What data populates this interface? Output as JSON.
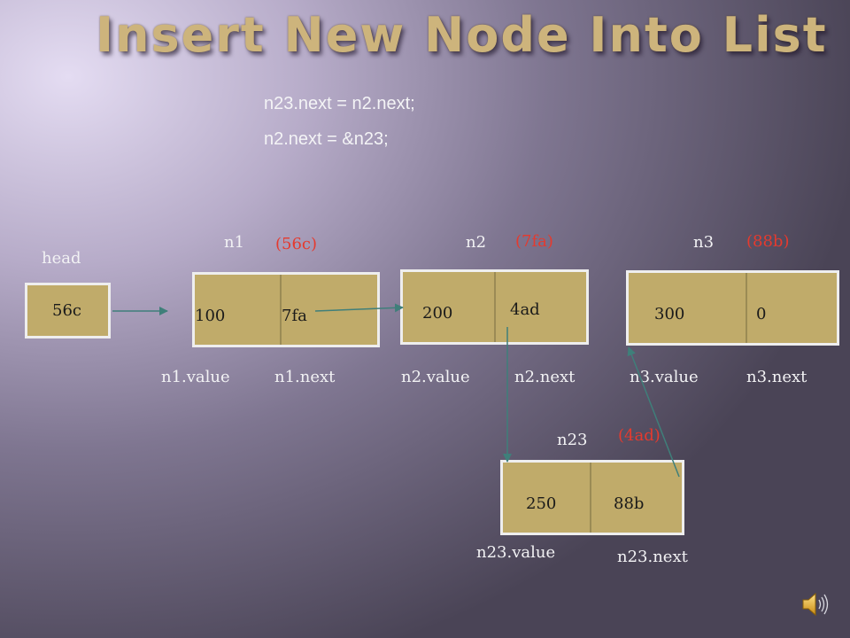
{
  "title": "Insert New Node Into List",
  "code": {
    "line1": "n23.next = n2.next;",
    "line2": "n2.next = &n23;"
  },
  "head": {
    "label": "head",
    "value": "56c"
  },
  "nodes": {
    "n1": {
      "name": "n1",
      "address": "(56c)",
      "value": "100",
      "next": "7fa",
      "value_label": "n1.value",
      "next_label": "n1.next"
    },
    "n2": {
      "name": "n2",
      "address": "(7fa)",
      "value": "200",
      "next": "4ad",
      "value_label": "n2.value",
      "next_label": "n2.next"
    },
    "n3": {
      "name": "n3",
      "address": "(88b)",
      "value": "300",
      "next": "0",
      "value_label": "n3.value",
      "next_label": "n3.next"
    },
    "n23": {
      "name": "n23",
      "address": "(4ad)",
      "value": "250",
      "next": "88b",
      "value_label": "n23.value",
      "next_label": "n23.next"
    }
  },
  "colors": {
    "node_fill": "#c0ab6a",
    "node_border": "#eeeeee",
    "address_text": "#e53a2e",
    "title_text": "#cdb47c",
    "arrow": "#3f7f7a"
  },
  "icons": {
    "audio": "speaker-icon"
  }
}
